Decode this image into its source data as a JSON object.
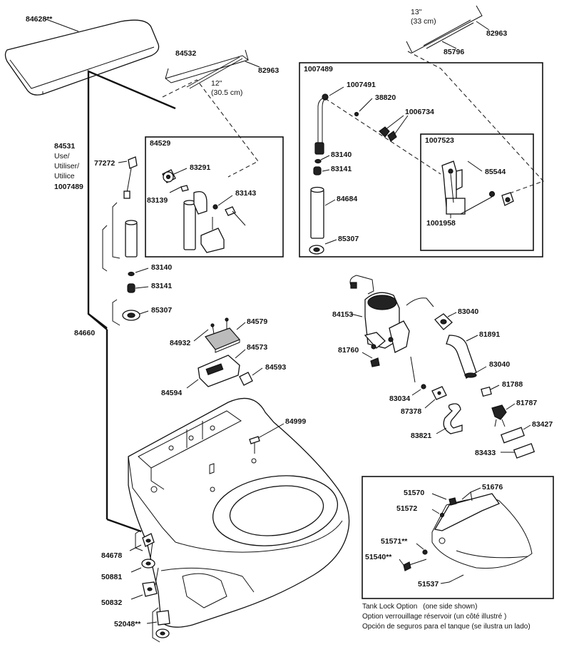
{
  "parts": {
    "p84628": "84628**",
    "p84532": "84532",
    "p82963a": "82963",
    "p12in": "12\"",
    "p30cm": "(30.5 cm)",
    "p13in": "13\"",
    "p33cm": "(33 cm)",
    "p82963b": "82963",
    "p85796": "85796",
    "p1007489a": "1007489",
    "p1007491": "1007491",
    "p38820": "38820",
    "p1006734": "1006734",
    "p1007523": "1007523",
    "p85544": "85544",
    "p1001958": "1001958",
    "p83140b": "83140",
    "p83141b": "83141",
    "p84684": "84684",
    "p85307b": "85307",
    "p84531": "84531",
    "p84531_use": "Use/",
    "p84531_utiliser": "Utiliser/",
    "p84531_utilice": "Utilice",
    "p1007489b": "1007489",
    "p84529": "84529",
    "p77272": "77272",
    "p83291": "83291",
    "p83139": "83139",
    "p83143": "83143",
    "p83140a": "83140",
    "p83141a": "83141",
    "p85307a": "85307",
    "p84660": "84660",
    "p84932": "84932",
    "p84579": "84579",
    "p84573": "84573",
    "p84593": "84593",
    "p84594": "84594",
    "p84153": "84153",
    "p83040a": "83040",
    "p81891": "81891",
    "p81760": "81760",
    "p83040b": "83040",
    "p81788": "81788",
    "p81787": "81787",
    "p83034": "83034",
    "p87378": "87378",
    "p83821": "83821",
    "p83427": "83427",
    "p83433": "83433",
    "p84999": "84999",
    "p84678": "84678",
    "p50881": "50881",
    "p50832": "50832",
    "p52048": "52048**",
    "p51570": "51570",
    "p51676": "51676",
    "p51572": "51572",
    "p51571": "51571**",
    "p51540": "51540**",
    "p51537": "51537"
  },
  "note": {
    "line1_label": "Tank Lock Option",
    "line1_paren": "(one side shown)",
    "line2": "Option verrouillage réservoir (un côté illustré          )",
    "line3": "Opción de seguros para el tanque (se ilustra un lado)"
  }
}
